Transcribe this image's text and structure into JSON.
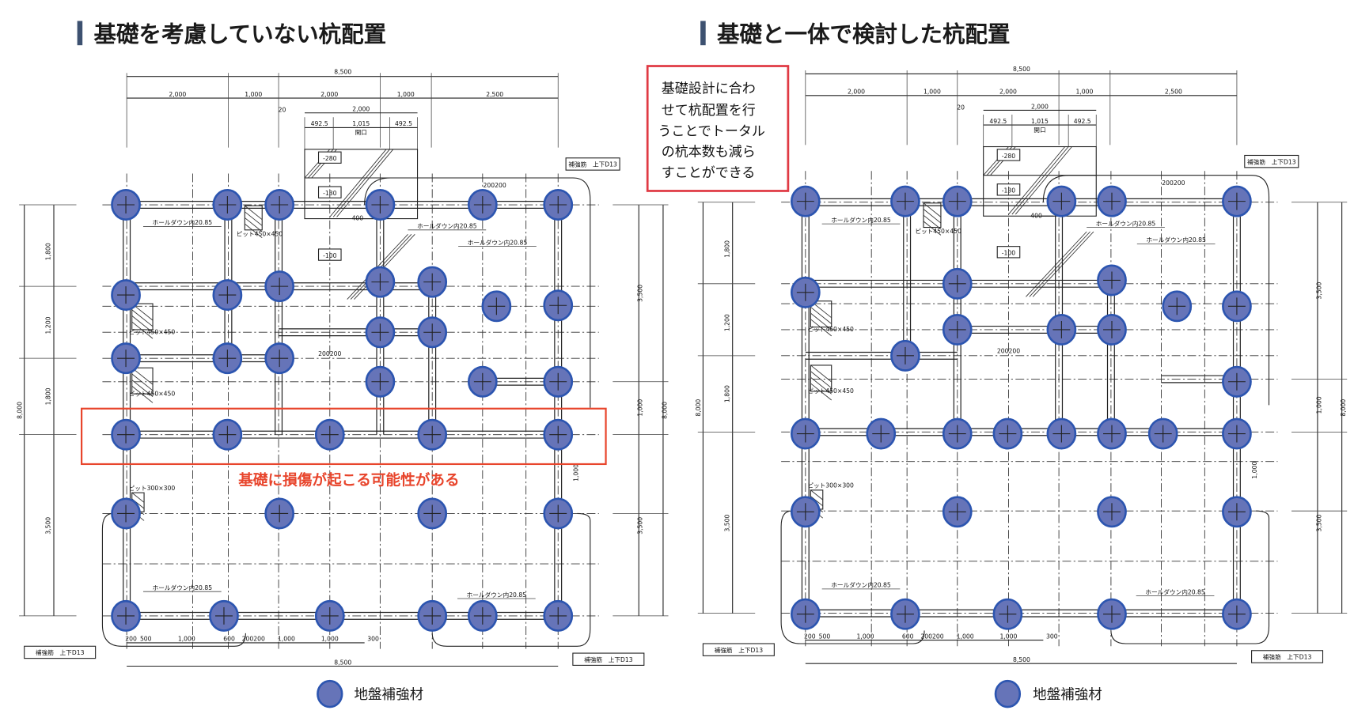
{
  "left_panel": {
    "title": "基礎を考慮していない杭配置",
    "warning": "基礎に損傷が起こる可能性がある",
    "legend_label": "地盤補強材"
  },
  "right_panel": {
    "title": "基礎と一体で検討した杭配置",
    "legend_label": "地盤補強材",
    "callout_lines": [
      "基礎設計に合わ",
      "せて杭配置を行",
      "うことでトータル",
      "の杭本数も減ら",
      "すことができる"
    ]
  },
  "plan": {
    "dim_total": "8,500",
    "dim_top": [
      "2,000",
      "1,000",
      "2,000",
      "1,000",
      "2,500"
    ],
    "dim_open": "2,000",
    "dim_20": "20",
    "dim_open_parts": [
      "492.5",
      "1,015",
      "492.5"
    ],
    "opening": "開口",
    "levels": [
      "-280",
      "-130",
      "-100"
    ],
    "arrow_400": "400",
    "rebar_note": "補強筋　上下D13",
    "holddown": "ホールダウン内20.85",
    "pit_450": "ピット450×450",
    "pit_300": "ピット300×300",
    "dim_200200": "200200",
    "left_dims": [
      "1,800",
      "1,200",
      "1,800",
      "3,500"
    ],
    "height_total": "8,000",
    "right_dims": [
      "3,500",
      "1,000",
      "1,000",
      "3,500"
    ],
    "bottom_dims": [
      "200",
      "500",
      "1,000",
      "600",
      "200200",
      "1,000",
      "1,000",
      "300"
    ]
  },
  "colors": {
    "pile_fill": "#6674b8",
    "pile_stroke": "#2c55b0",
    "title_bar": "#3d5170",
    "warning": "#e8452c",
    "callout_border": "#e03a44"
  }
}
